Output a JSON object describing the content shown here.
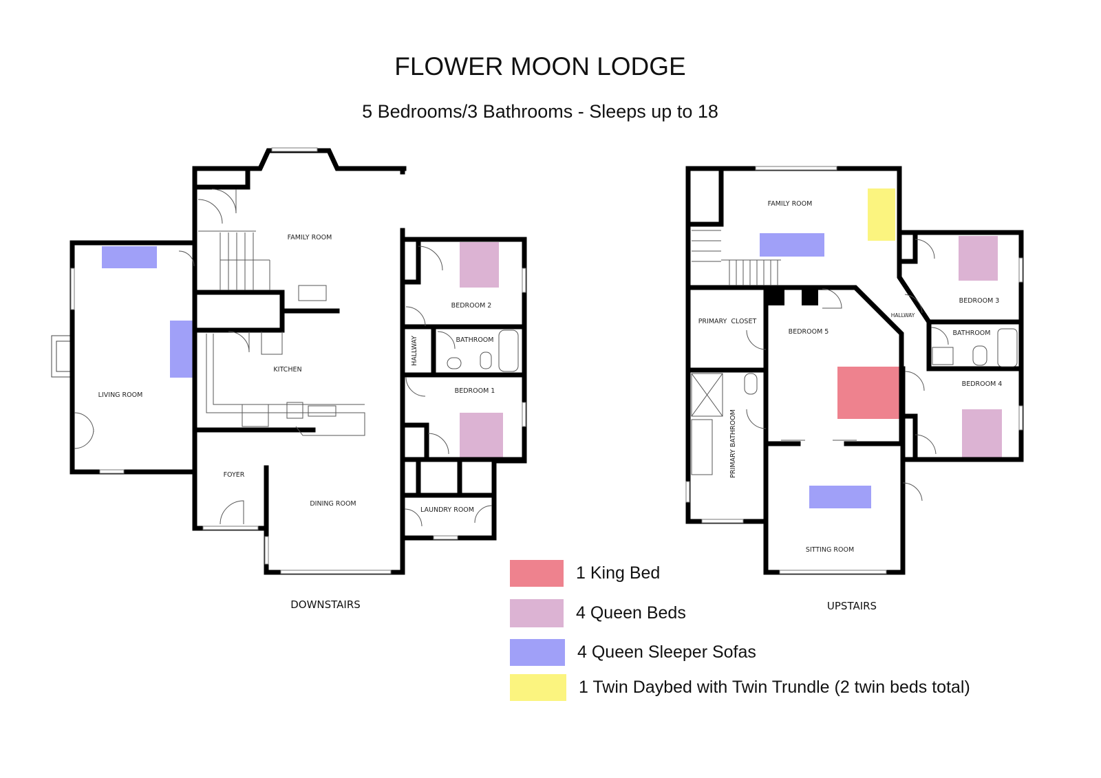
{
  "header": {
    "title": "FLOWER MOON LODGE",
    "subtitle": "5 Bedrooms/3 Bathrooms - Sleeps up to 18"
  },
  "colors": {
    "king": "#ee828e",
    "queen": "#dcb3d3",
    "sofa": "#a0a0f8",
    "daybed": "#fbf47f"
  },
  "downstairs": {
    "label": "DOWNSTAIRS",
    "rooms": {
      "family_room": "FAMILY ROOM",
      "living_room": "LIVING ROOM",
      "kitchen": "KITCHEN",
      "foyer": "FOYER",
      "dining_room": "DINING ROOM",
      "bedroom_2": "BEDROOM 2",
      "bathroom": "BATHROOM",
      "hallway": "HALLWAY",
      "bedroom_1": "BEDROOM 1",
      "laundry_room": "LAUNDRY ROOM"
    }
  },
  "upstairs": {
    "label": "UPSTAIRS",
    "rooms": {
      "family_room": "FAMILY ROOM",
      "primary_closet": "PRIMARY  CLOSET",
      "bedroom_5": "BEDROOM 5",
      "hallway": "HALLWAY",
      "bedroom_3": "BEDROOM 3",
      "bathroom": "BATHROOM",
      "bedroom_4": "BEDROOM 4",
      "primary_bathroom": "PRIMARY BATHROOM",
      "sitting_room": "SITTING ROOM"
    }
  },
  "legend": [
    {
      "label": "1 King Bed",
      "color": "#ee828e"
    },
    {
      "label": "4 Queen Beds",
      "color": "#dcb3d3"
    },
    {
      "label": "4 Queen Sleeper Sofas",
      "color": "#a0a0f8"
    },
    {
      "label": "1 Twin Daybed with Twin Trundle (2 twin beds total)",
      "color": "#fbf47f"
    }
  ]
}
